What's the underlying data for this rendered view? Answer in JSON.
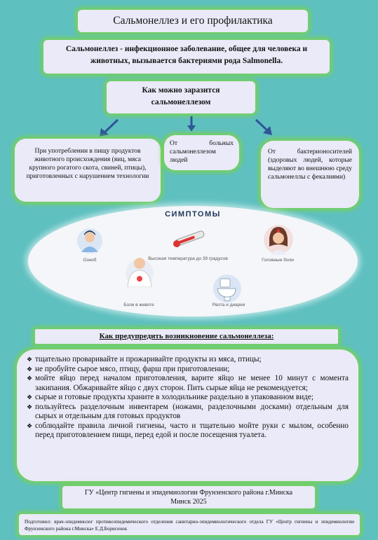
{
  "title": "Сальмонеллез и его профилактика",
  "intro": "Сальмонеллез - инфекционное заболевание, общее для человека и животных, вызывается бактериями рода Salmonella.",
  "how_title": "Как можно заразится сальмонеллезом",
  "sources": [
    "При употреблении в пищу продуктов животного происхождения (яиц, мяса крупного рогатого скота, свиней, птицы), приготовленных с нарушением технологии",
    "От больных сальмонеллезом людей",
    "От бактерионосителей (здоровых людей, которые выделяют во внешнюю среду сальмонеллы с фекалиями)"
  ],
  "symptoms": {
    "title": "СИМПТОМЫ",
    "items": [
      "Озноб",
      "Высокая температура до 39 градусов",
      "Головные боли",
      "Боли в животе",
      "Рвота и диарея"
    ]
  },
  "prevention_title": "Как предупредить возникновение сальмонеллеза:",
  "prevention": [
    "тщательно проваривайте и прожаривайте продукты из мяса, птицы;",
    "не пробуйте сырое мясо, птицу, фарш при приготовлении;",
    "мойте яйцо перед началом приготовления, варите яйцо не менее 10 минут с момента закипания. Обжаривайте яйцо с двух сторон. Пить сырые яйца не рекомендуется;",
    "сырые и готовые продукты храните в холодильнике раздельно в упакованном виде;",
    "пользуйтесь разделочным инвентарем (ножами, разделочными досками) отдельным для сырых и отдельным для готовых продуктов",
    "соблюдайте правила личной гигиены, часто и тщательно мойте руки с мылом, особенно перед приготовлением пищи, перед едой и после посещения туалета."
  ],
  "org_line1": "ГУ «Центр гигиены и эпидемиологии Фрунзенского района г.Минска",
  "org_line2": "Минск 2025",
  "prepared": "Подготовил: врач-эпидемиолог противоэпидемического отделения санитарно-эпидемиологического отдела ГУ «Центр гигиены и эпидемиологии Фрунзенского района г.Минска» Е.Д.Борисенок",
  "colors": {
    "background": "#5fc0c0",
    "box": "#eaeaf8",
    "glow": "#78d250",
    "arrow": "#2f5597"
  }
}
